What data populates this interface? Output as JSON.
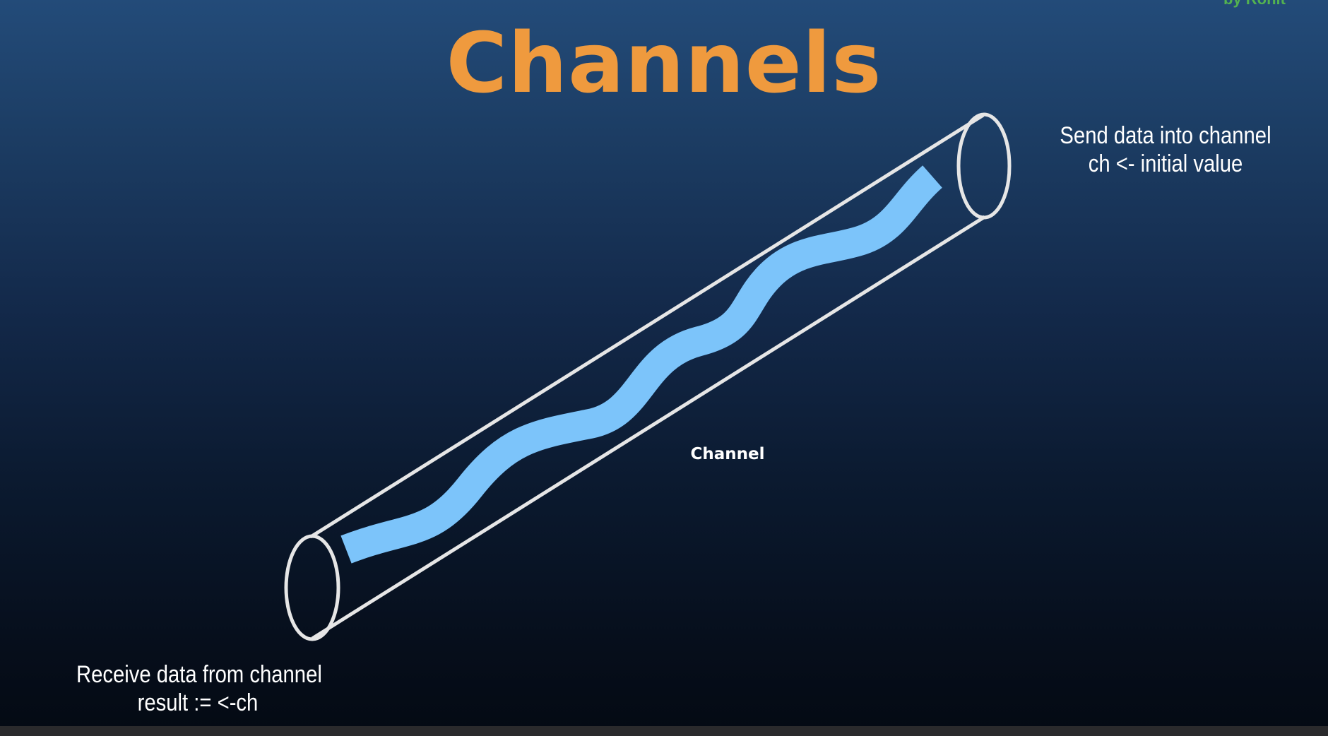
{
  "slide": {
    "title": "Channels",
    "pipe_label": "Channel",
    "send_caption": {
      "line1": "Send data into channel",
      "line2": "ch <- initial value"
    },
    "receive_caption": {
      "line1": "Receive data from channel",
      "line2": "result := <-ch"
    }
  },
  "colors": {
    "title": "#ef9a3e",
    "pipe_outline": "#e6e6e6",
    "data_stream": "#7cc4fa",
    "background_top": "#234b79",
    "background_bottom": "#040a13"
  },
  "icons": {
    "pipe": "channel-pipe-icon",
    "stream": "data-wave-icon"
  }
}
